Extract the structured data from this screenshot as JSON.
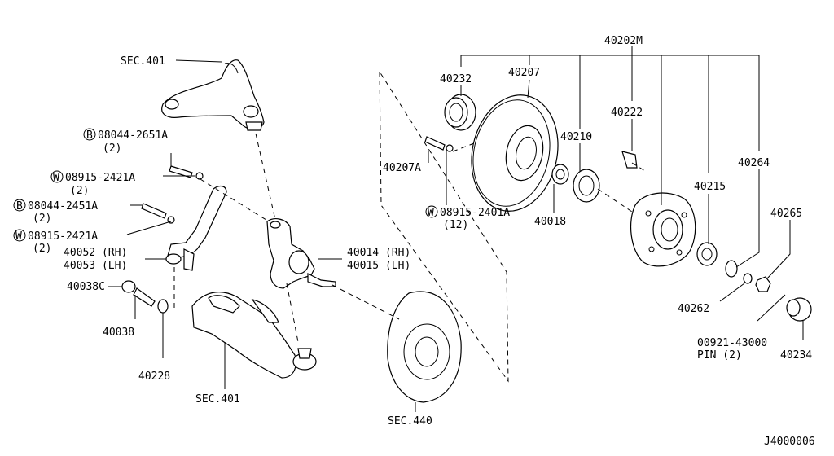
{
  "diagram_id": "J4000006",
  "callouts": {
    "sec401_top": "SEC.401",
    "p08044_2651A": "08044-2651A",
    "p08044_2651A_qty": "(2)",
    "p08915_2421A_a": "08915-2421A",
    "p08915_2421A_a_qty": "(2)",
    "p08044_2451A": "08044-2451A",
    "p08044_2451A_qty": "(2)",
    "p08915_2421A_b": "08915-2421A",
    "p08915_2421A_b_qty": "(2)",
    "p40052": "40052 (RH)",
    "p40053": "40053 (LH)",
    "p40038C": "40038C",
    "p40038": "40038",
    "p40228": "40228",
    "sec401_bottom": "SEC.401",
    "p40014": "40014 (RH)",
    "p40015": "40015 (LH)",
    "sec440": "SEC.440",
    "p40202M": "40202M",
    "p40232": "40232",
    "p40207": "40207",
    "p40210": "40210",
    "p40222": "40222",
    "p40264": "40264",
    "p40215": "40215",
    "p40265": "40265",
    "p40207A": "40207A",
    "p08915_2401A": "08915-2401A",
    "p08915_2401A_qty": "(12)",
    "p40018": "40018",
    "p40262": "40262",
    "p00921": "00921-43000",
    "pin": "PIN (2)",
    "p40234": "40234"
  },
  "prefix_marks": {
    "bolt": "B",
    "washer": "W"
  }
}
